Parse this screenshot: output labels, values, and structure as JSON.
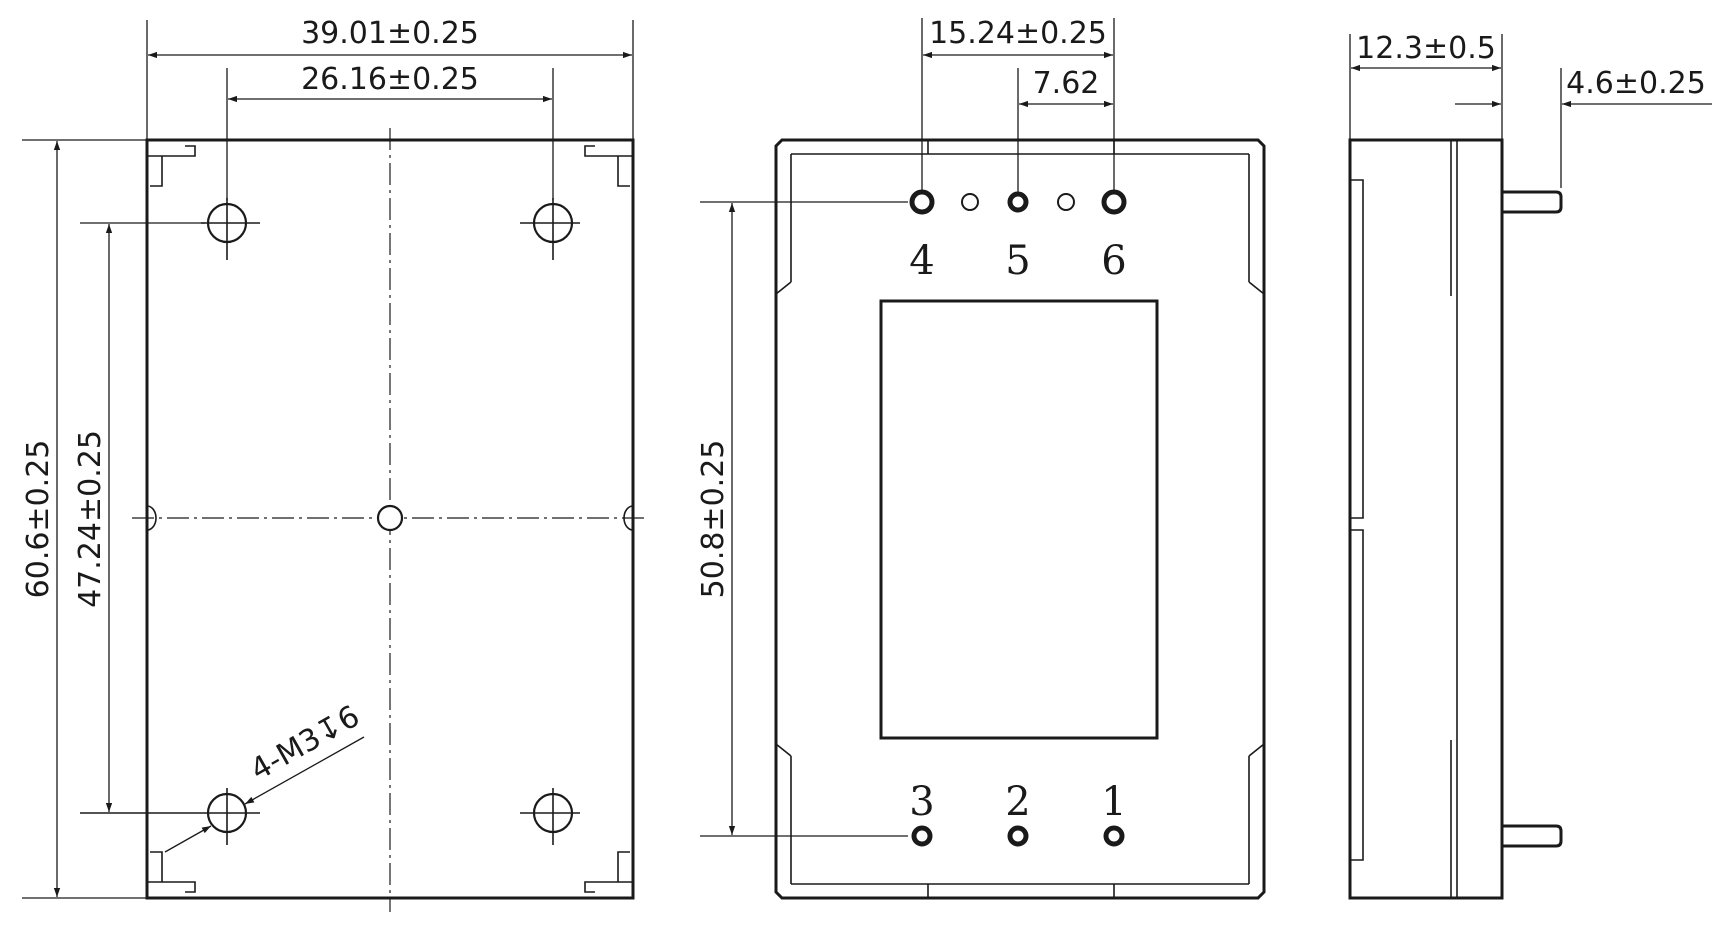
{
  "dimensions": {
    "width_overall": "39.01±0.25",
    "hole_spacing_x": "26.16±0.25",
    "height_overall": "60.6±0.25",
    "hole_spacing_y": "47.24±0.25",
    "thread_callout": "4-M3",
    "thread_depth": "6",
    "pin_row_span": "15.24±0.25",
    "pin_pitch": "7.62",
    "pin_row_distance": "50.8±0.25",
    "body_depth": "12.3±0.5",
    "pin_length": "4.6±0.25"
  },
  "pins": {
    "top_row": [
      "4",
      "5",
      "6"
    ],
    "bottom_row": [
      "3",
      "2",
      "1"
    ]
  },
  "colors": {
    "line": "#1a1a1a",
    "background": "#ffffff"
  }
}
